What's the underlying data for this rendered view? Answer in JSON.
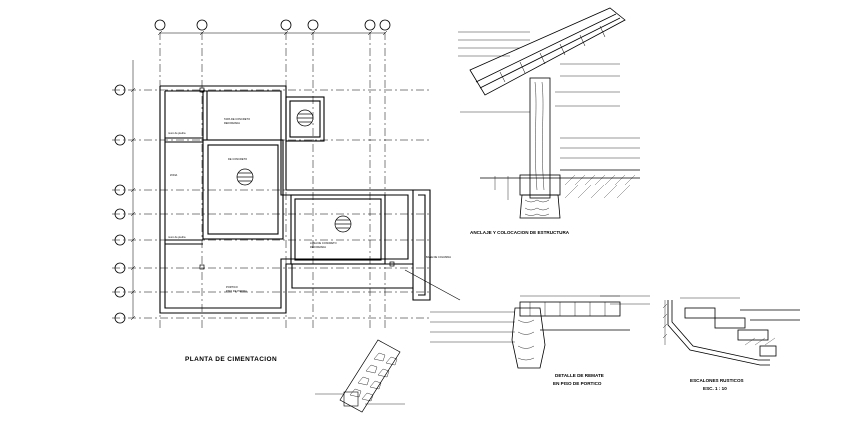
{
  "drawing": {
    "titles": {
      "plan": "PLANTA DE CIMENTACION",
      "anchor_detail": "ANCLAJE Y COLOCACION DE ESTRUCTURA",
      "finish_detail_line1": "DETALLE DE REMATE",
      "finish_detail_line2": "EN PISO DE PORTICO",
      "steps_detail": "ESCALONES RUSTICOS",
      "steps_scale": "ESC. 1 : 10"
    },
    "plan_labels": {
      "room_a_1": "TAPA DE CONCRETO",
      "room_a_2": "REFORZADA",
      "room_b_1": "ZONA",
      "room_b_2": "DE CONCRETO",
      "room_c_1": "LOSA DE CONCRETO",
      "room_c_2": "REFORZADA",
      "room_d_1": "PORTICO",
      "room_d_2": "PISO DE PIEDRA",
      "side_label_1": "muro de piedra",
      "side_label_2": "muro de piedra",
      "annot_1": "BASE DE COLUMNA"
    },
    "colors": {
      "line": "#000000",
      "background": "#ffffff"
    }
  }
}
